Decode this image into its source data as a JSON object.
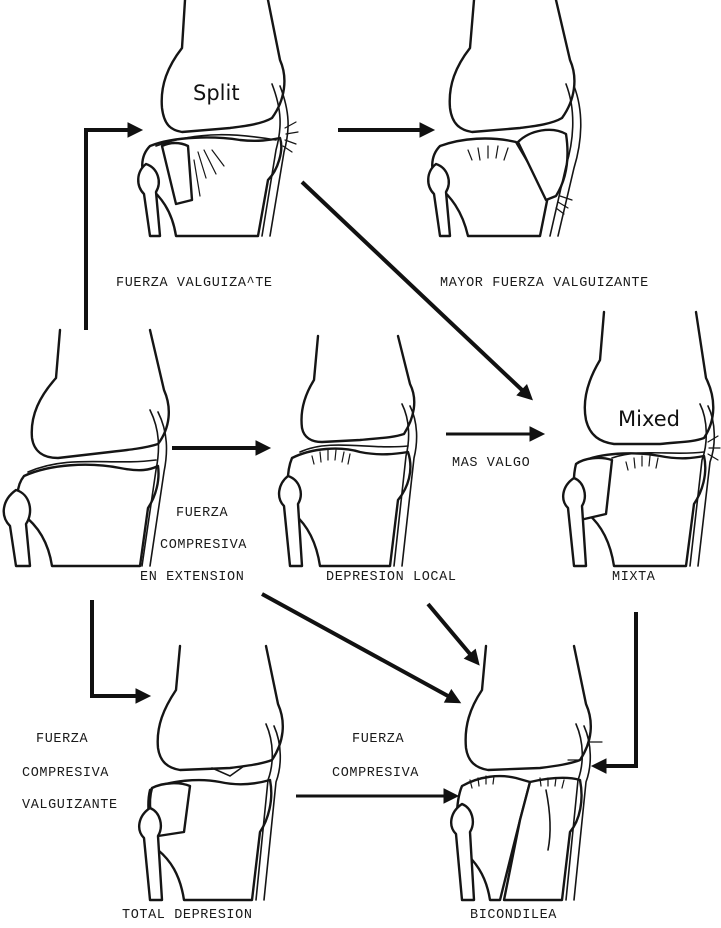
{
  "bone_labels": {
    "split": "Split",
    "mixed": "Mixed"
  },
  "captions": {
    "fuerza_valguizante": "FUERZA VALGUIZA^TE",
    "mayor_fuerza_valguizante": "MAYOR FUERZA VALGUIZANTE",
    "fuerza_compresiva_extension_1": "FUERZA",
    "fuerza_compresiva_extension_2": "COMPRESIVA",
    "fuerza_compresiva_extension_3": "EN EXTENSION",
    "depresion_local": "DEPRESION LOCAL",
    "mas_valgo": "MAS VALGO",
    "mixta": "MIXTA",
    "fuerza_compresiva_valguizante_1": "FUERZA",
    "fuerza_compresiva_valguizante_2": "COMPRESIVA",
    "fuerza_compresiva_valguizante_3": "VALGUIZANTE",
    "fuerza_compresiva_1": "FUERZA",
    "fuerza_compresiva_2": "COMPRESIVA",
    "total_depresion": "TOTAL DEPRESION",
    "bicondilea": "BICONDILEA"
  }
}
